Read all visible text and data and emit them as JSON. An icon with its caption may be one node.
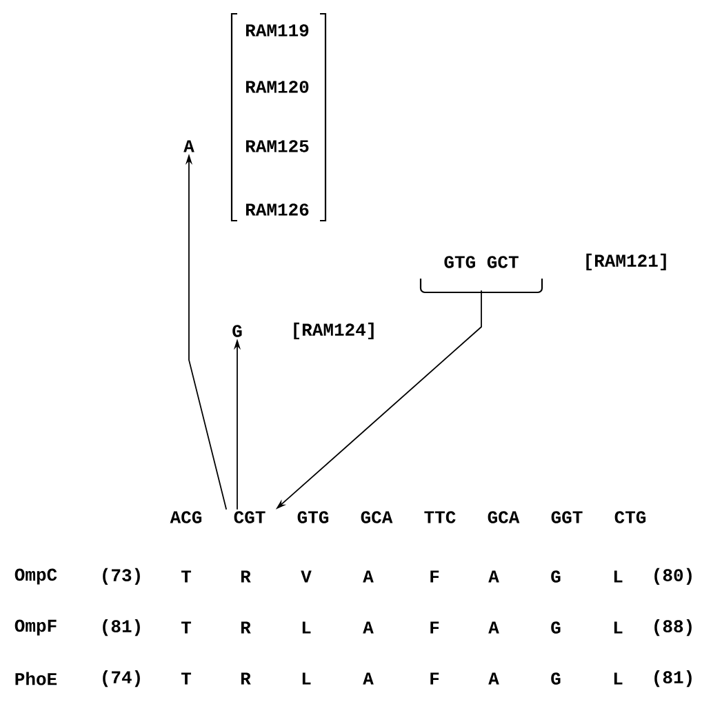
{
  "diagram": {
    "nodes": [
      {
        "text": [
          "A"
        ],
        "beside": [
          "RAM119",
          "RAM120",
          "RAM125",
          "RAM126"
        ]
      },
      {
        "text": [
          "GTG GCT"
        ],
        "beside": [
          "[RAM121]"
        ]
      },
      {
        "text": [
          "G"
        ],
        "beside": [
          "[RAM124]"
        ]
      },
      {
        "text": [
          "CGT"
        ]
      }
    ],
    "edges": [
      {
        "from": 3,
        "to": 0,
        "arrow": "to"
      },
      {
        "from": 1,
        "to": 3,
        "arrow": "to"
      },
      {
        "from": 3,
        "to": 2,
        "arrow": "to"
      }
    ],
    "labels": [
      "ACG",
      "GTG",
      "GCA",
      "TTC",
      "GCA",
      "GGT",
      "CTG",
      "OmpC",
      "(73)",
      "T",
      "R",
      "V",
      "A",
      "F",
      "A",
      "G",
      "L",
      "(80)",
      "OmpF",
      "(81)",
      "T",
      "R",
      "L",
      "A",
      "F",
      "A",
      "G",
      "L",
      "(88)",
      "PhoE",
      "(74)",
      "T",
      "R",
      "L",
      "A",
      "F",
      "A",
      "G",
      "L",
      "(81)"
    ]
  }
}
